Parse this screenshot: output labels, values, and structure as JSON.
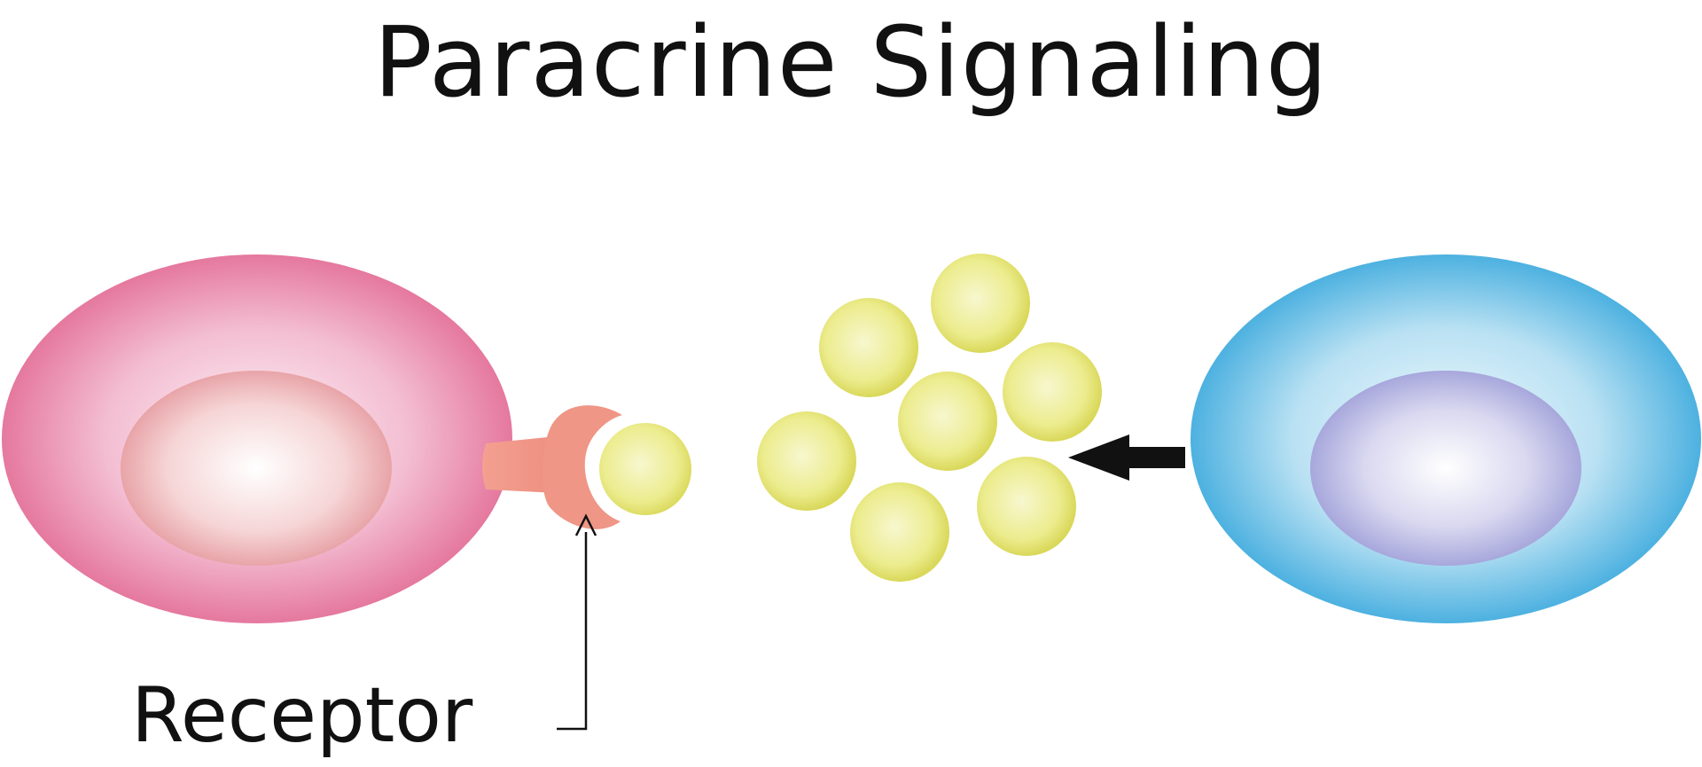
{
  "title": "Paracrine Signaling",
  "labels": {
    "receptor": "Receptor"
  },
  "colors": {
    "target_cell": "#e5789e",
    "target_cell_center": "#fdf3f7",
    "target_nucleus": "#e8a4a8",
    "receptor": "#f09a8a",
    "secreting_cell": "#4db1e0",
    "secreting_cell_center": "#f2f9fd",
    "secreting_nucleus": "#a7a7dc",
    "signal_molecule": "#d9d85a",
    "signal_molecule_center": "#f7f7cf",
    "arrow": "#111111"
  },
  "signal_molecule_count": 8
}
